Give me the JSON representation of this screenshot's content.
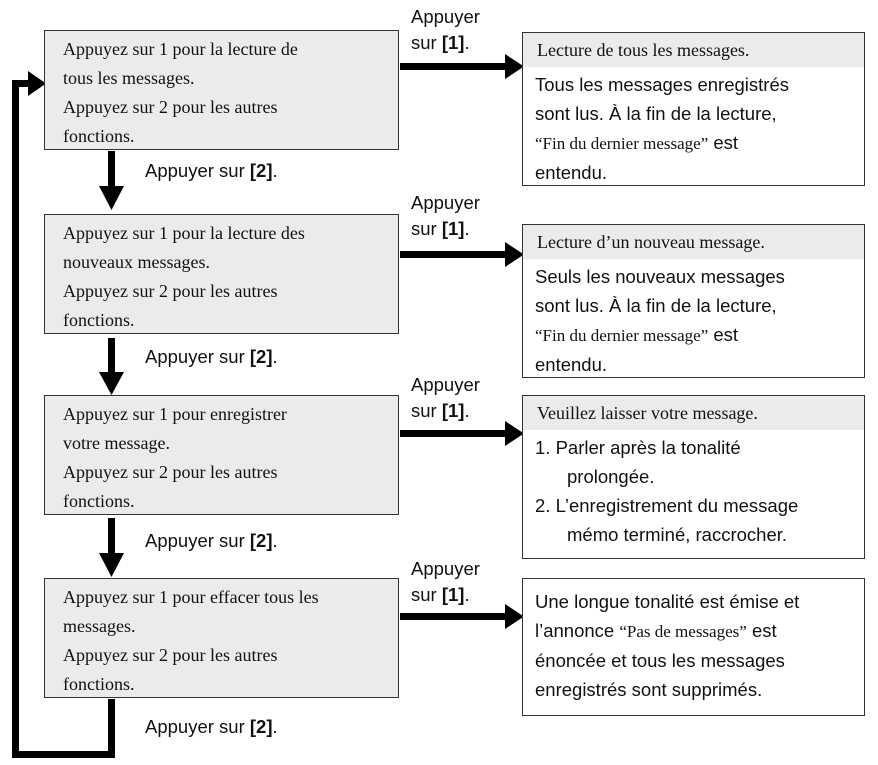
{
  "steps": [
    {
      "menu": [
        "Appuyez sur 1 pour la lecture de",
        "tous les messages.",
        "Appuyez sur 2 pour les autres",
        "fonctions."
      ],
      "result_title": "Lecture de tous les messages.",
      "result_lines": [
        "Tous les messages enregistrés",
        "sont lus. À la fin de la lecture,"
      ],
      "result_quote": "“Fin du dernier message”",
      "result_quote_suffix": " est",
      "result_last": "entendu."
    },
    {
      "menu": [
        "Appuyez sur 1 pour la lecture des",
        "nouveaux messages.",
        "Appuyez sur 2 pour les autres",
        "fonctions."
      ],
      "result_title": "Lecture d’un nouveau message.",
      "result_lines": [
        "Seuls les nouveaux messages",
        "sont lus. À la fin de la lecture,"
      ],
      "result_quote": "“Fin du dernier message”",
      "result_quote_suffix": " est",
      "result_last": "entendu."
    },
    {
      "menu": [
        "Appuyez sur 1 pour enregistrer",
        "votre message.",
        "Appuyez sur 2 pour les autres",
        "fonctions."
      ],
      "result_title": "Veuillez laisser votre message.",
      "result_items": [
        {
          "num": "1.",
          "line1": "Parler après la tonalité",
          "line2": "prolongée."
        },
        {
          "num": "2.",
          "line1": "L’enregistrement du message",
          "line2": "mémo terminé, raccrocher."
        }
      ]
    },
    {
      "menu": [
        "Appuyez sur 1 pour effacer tous les",
        "messages.",
        "Appuyez sur 2 pour les autres",
        "fonctions."
      ],
      "result_line1": "Une longue tonalité est émise et",
      "result_line2_a": "l’annonce ",
      "result_line2_quote": "“Pas de messages”",
      "result_line2_b": " est",
      "result_line3": "énoncée et tous les messages",
      "result_line4": "enregistrés sont supprimés."
    }
  ],
  "labels": {
    "press1_word": "Appuyer",
    "press1_sur": "sur ",
    "press1_key": "[1]",
    "press1_end": ".",
    "press2_text": "Appuyer sur ",
    "press2_key": "[2]",
    "press2_end": "."
  }
}
